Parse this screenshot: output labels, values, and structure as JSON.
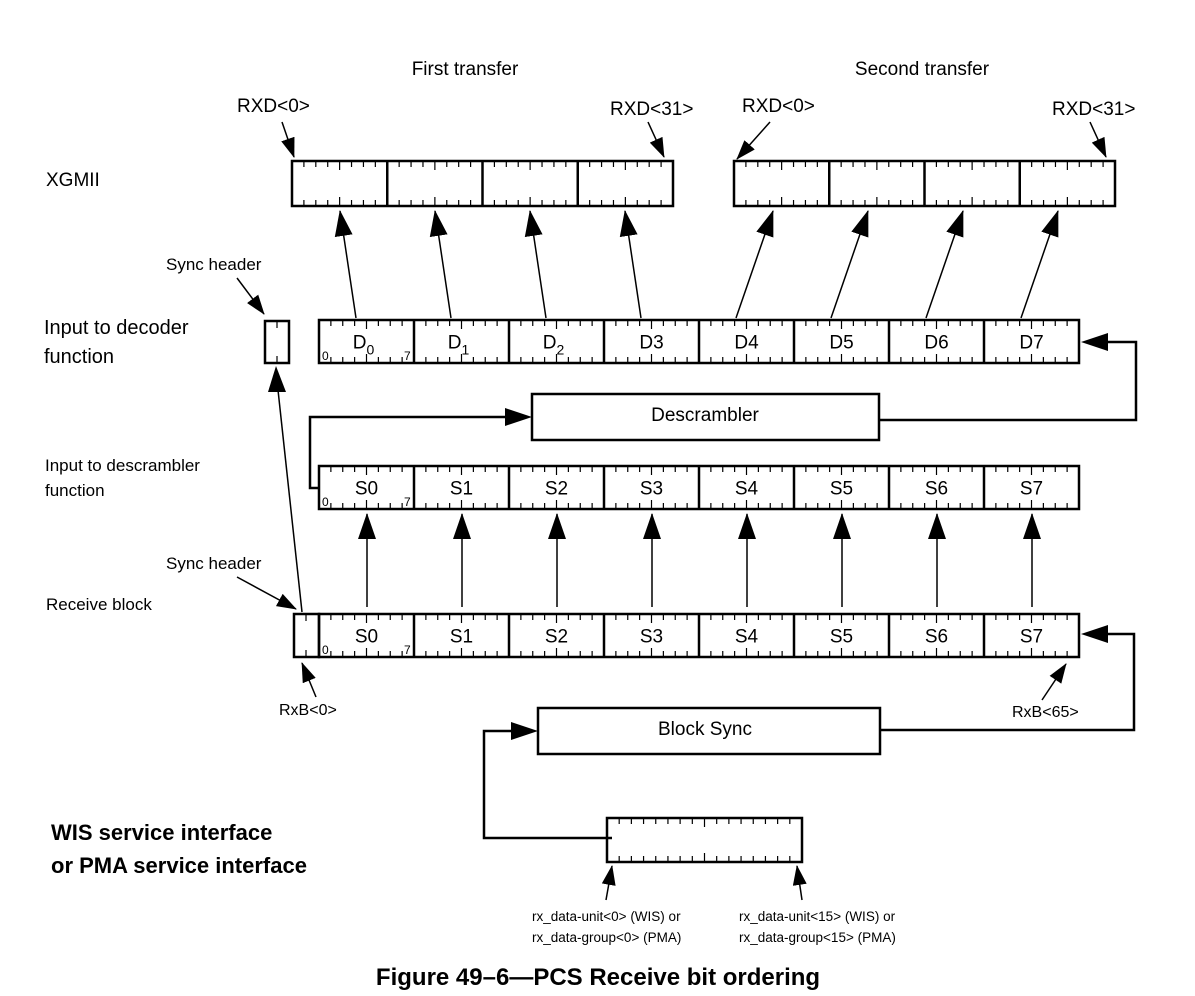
{
  "figure": {
    "caption": "Figure 49–6—PCS Receive bit ordering",
    "xgmii_label": "XGMII",
    "transfers": [
      {
        "title": "First transfer",
        "start_label": "RXD<0>",
        "end_label": "RXD<31>"
      },
      {
        "title": "Second transfer",
        "start_label": "RXD<0>",
        "end_label": "RXD<31>"
      }
    ],
    "decoder": {
      "row_label_line1": "Input to decoder",
      "row_label_line2": "function",
      "sync_header_label": "Sync header",
      "cells": [
        {
          "name": "D",
          "sub": "0"
        },
        {
          "name": "D",
          "sub": "1"
        },
        {
          "name": "D",
          "sub": "2"
        },
        {
          "name": "D3",
          "sub": ""
        },
        {
          "name": "D4",
          "sub": ""
        },
        {
          "name": "D5",
          "sub": ""
        },
        {
          "name": "D6",
          "sub": ""
        },
        {
          "name": "D7",
          "sub": ""
        }
      ],
      "bit_start": "0",
      "bit_end": "7"
    },
    "descrambler": {
      "label": "Descrambler"
    },
    "descrambler_input": {
      "row_label_line1": "Input to descrambler",
      "row_label_line2": "function",
      "cells": [
        "S0",
        "S1",
        "S2",
        "S3",
        "S4",
        "S5",
        "S6",
        "S7"
      ],
      "bit_start": "0",
      "bit_end": "7"
    },
    "receive_block": {
      "row_label": "Receive block",
      "sync_header_label": "Sync header",
      "cells": [
        "S0",
        "S1",
        "S2",
        "S3",
        "S4",
        "S5",
        "S6",
        "S7"
      ],
      "bit_start": "0",
      "bit_end": "7",
      "start_label": "RxB<0>",
      "end_label": "RxB<65>"
    },
    "block_sync": {
      "label": "Block Sync"
    },
    "service_interface": {
      "label_line1": "WIS service interface",
      "label_line2": "or PMA service interface",
      "start_label_line1": "rx_data-unit<0> (WIS) or",
      "start_label_line2": "rx_data-group<0> (PMA)",
      "end_label_line1": "rx_data-unit<15> (WIS) or",
      "end_label_line2": "rx_data-group<15> (PMA)"
    }
  }
}
